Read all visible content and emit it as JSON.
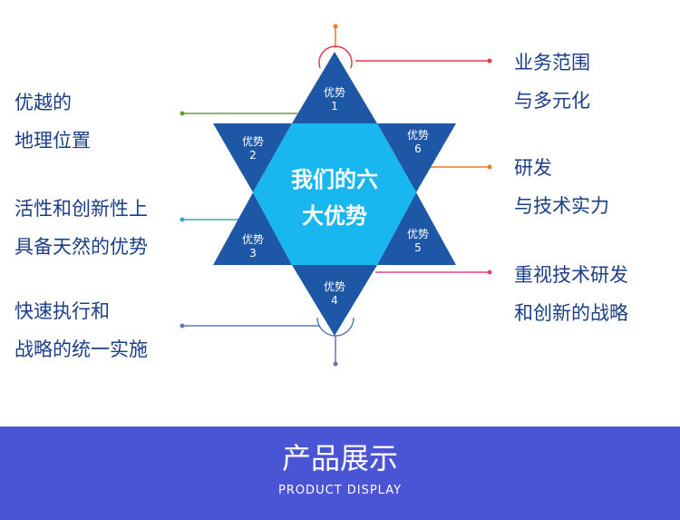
{
  "diagram": {
    "center_title": [
      "我们的六",
      "大优势"
    ],
    "advantages": [
      {
        "label": "优势",
        "num": "1"
      },
      {
        "label": "优势",
        "num": "2"
      },
      {
        "label": "优势",
        "num": "3"
      },
      {
        "label": "优势",
        "num": "4"
      },
      {
        "label": "优势",
        "num": "5"
      },
      {
        "label": "优势",
        "num": "6"
      }
    ],
    "left_texts": [
      [
        "优越的",
        "地理位置"
      ],
      [
        "活性和创新性上",
        "具备天然的优势"
      ],
      [
        "快速执行和",
        "战略的统一实施"
      ]
    ],
    "right_texts": [
      [
        "业务范围",
        "与多元化"
      ],
      [
        "研发",
        "与技术实力"
      ],
      [
        "重视技术研发",
        "和创新的战略"
      ]
    ]
  },
  "banner": {
    "title": "产品展示",
    "subtitle": "PRODUCT  DISPLAY"
  },
  "colors": {
    "dark_blue": "#1e57a6",
    "light_blue": "#19b7f0",
    "text_blue": "#1b3f86",
    "banner": "#4a55d6",
    "red": "#e8394a",
    "green": "#6a9a36",
    "orange": "#f0782a",
    "teal": "#3ea8b4",
    "pink": "#e2457a",
    "slate": "#5a7bb0"
  }
}
